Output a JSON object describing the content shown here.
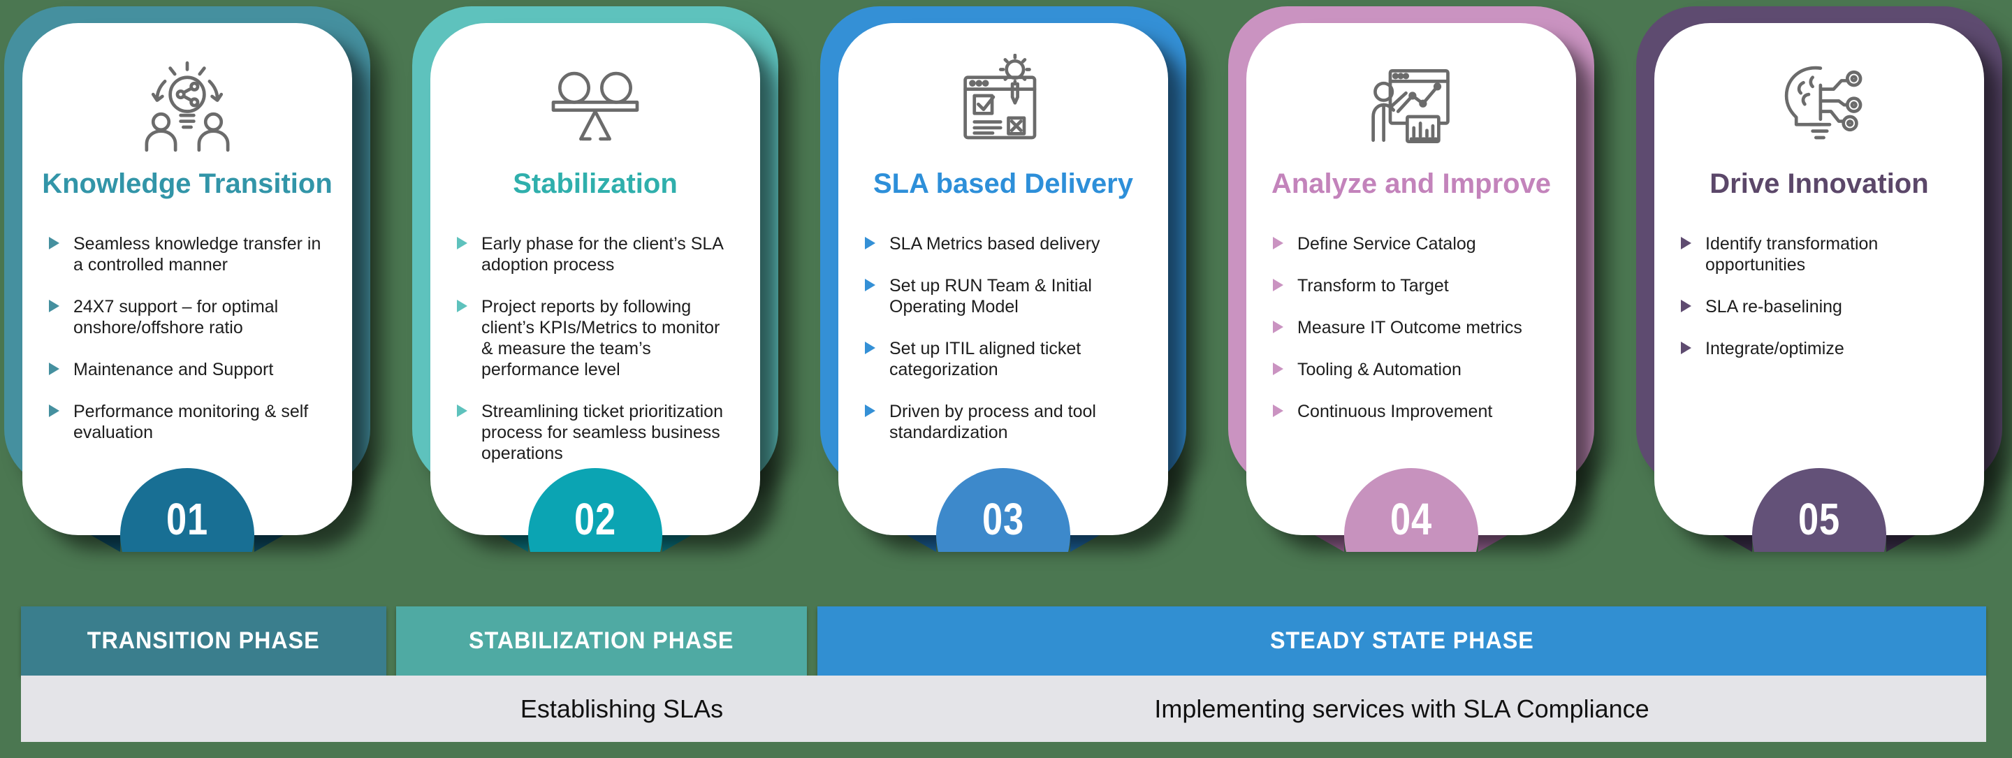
{
  "background_color": "#4b7751",
  "cards": [
    {
      "number": "01",
      "title": "Knowledge Transition",
      "icon": "knowledge-transfer-icon",
      "accent_color": "#45909f",
      "title_color": "#3295a8",
      "badge_color": "#186f94",
      "fold_color": "#0e4f68",
      "bullets": [
        "Seamless knowledge transfer in a controlled manner",
        "24X7 support – for optimal onshore/offshore ratio",
        "Maintenance and Support",
        "Performance monitoring & self evaluation"
      ]
    },
    {
      "number": "02",
      "title": "Stabilization",
      "icon": "balance-icon",
      "accent_color": "#5ec2bd",
      "title_color": "#2fafac",
      "badge_color": "#0ba4b3",
      "fold_color": "#0a7b87",
      "bullets": [
        "Early phase for the client’s SLA adoption process",
        "Project reports by following client’s KPIs/Metrics to monitor & measure the team’s performance level",
        "Streamlining ticket prioritization process for seamless business operations"
      ]
    },
    {
      "number": "03",
      "title": "SLA based Delivery",
      "icon": "sla-checklist-icon",
      "accent_color": "#3490d6",
      "title_color": "#2d8fd9",
      "badge_color": "#3d89cb",
      "fold_color": "#1e6aa6",
      "bullets": [
        "SLA Metrics based delivery",
        "Set up RUN Team & Initial Operating Model",
        "Set up ITIL aligned ticket categorization",
        "Driven by process and tool standardization"
      ]
    },
    {
      "number": "04",
      "title": "Analyze and Improve",
      "icon": "analytics-presenter-icon",
      "accent_color": "#ca93c1",
      "title_color": "#c383bb",
      "badge_color": "#c792be",
      "fold_color": "#a0689b",
      "bullets": [
        "Define Service Catalog",
        "Transform to Target",
        "Measure IT Outcome metrics",
        "Tooling & Automation",
        "Continuous Improvement"
      ]
    },
    {
      "number": "05",
      "title": "Drive Innovation",
      "icon": "innovation-brain-icon",
      "accent_color": "#5e4b70",
      "title_color": "#5b4769",
      "badge_color": "#635178",
      "fold_color": "#413452",
      "bullets": [
        "Identify transformation opportunities",
        "SLA re-baselining",
        "Integrate/optimize"
      ]
    }
  ],
  "timeline": {
    "phases": [
      {
        "label": "TRANSITION PHASE",
        "color": "#3a7e8d"
      },
      {
        "label": "STABILIZATION PHASE",
        "color": "#4faaa3"
      },
      {
        "label": "STEADY STATE PHASE",
        "color": "#318fd2"
      }
    ],
    "milestones": [
      {
        "label": "Establishing SLAs"
      },
      {
        "label": "Implementing services with SLA Compliance"
      }
    ]
  }
}
